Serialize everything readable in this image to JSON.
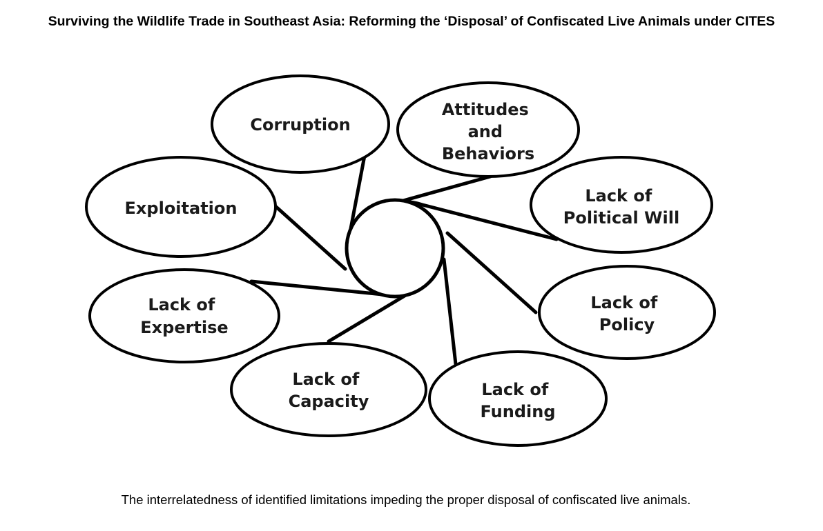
{
  "header": {
    "title": "Surviving the Wildlife Trade in Southeast Asia: Reforming the ‘Disposal’ of Confiscated Live Animals under CITES"
  },
  "diagram": {
    "nodes": [
      {
        "id": "corruption",
        "lines": [
          "Corruption"
        ]
      },
      {
        "id": "attitudes",
        "lines": [
          "Attitudes",
          "and",
          "Behaviors"
        ]
      },
      {
        "id": "political-will",
        "lines": [
          "Lack of",
          "Political Will"
        ]
      },
      {
        "id": "policy",
        "lines": [
          "Lack of",
          "Policy"
        ]
      },
      {
        "id": "funding",
        "lines": [
          "Lack of",
          "Funding"
        ]
      },
      {
        "id": "capacity",
        "lines": [
          "Lack of",
          "Capacity"
        ]
      },
      {
        "id": "expertise",
        "lines": [
          "Lack of",
          "Expertise"
        ]
      },
      {
        "id": "exploitation",
        "lines": [
          "Exploitation"
        ]
      }
    ]
  },
  "footer": {
    "caption": "The interrelatedness of identified limitations impeding the proper disposal of confiscated live animals."
  }
}
